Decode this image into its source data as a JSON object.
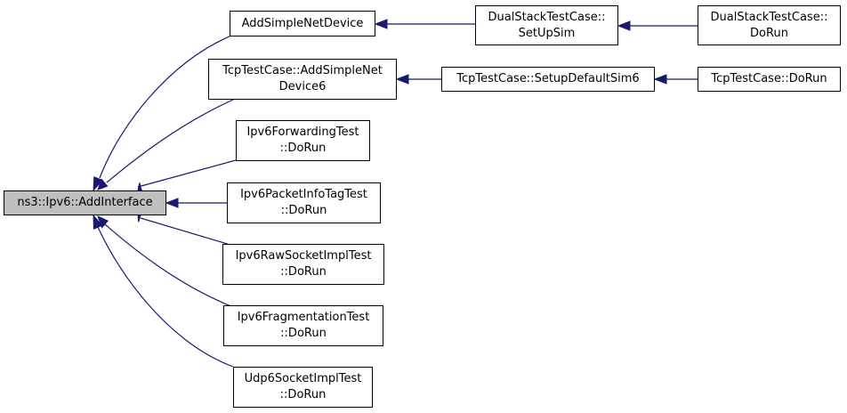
{
  "colors": {
    "edge": "#191970",
    "root_fill": "#bfbfbf",
    "node_fill": "#ffffff",
    "border": "#000000"
  },
  "nodes": {
    "add_interface": {
      "lines": [
        "ns3::Ipv6::AddInterface"
      ]
    },
    "add_simple_net_device": {
      "lines": [
        "AddSimpleNetDevice"
      ]
    },
    "dual_stack_setupsim": {
      "lines": [
        "DualStackTestCase::",
        "SetUpSim"
      ]
    },
    "dual_stack_dorun": {
      "lines": [
        "DualStackTestCase::",
        "DoRun"
      ]
    },
    "tcp_add_simple_net_device6": {
      "lines": [
        "TcpTestCase::AddSimpleNet",
        "Device6"
      ]
    },
    "tcp_setup_default_sim6": {
      "lines": [
        "TcpTestCase::SetupDefaultSim6"
      ]
    },
    "tcp_dorun": {
      "lines": [
        "TcpTestCase::DoRun"
      ]
    },
    "ipv6_forwarding_test": {
      "lines": [
        "Ipv6ForwardingTest",
        "::DoRun"
      ]
    },
    "ipv6_packet_info_tag_test": {
      "lines": [
        "Ipv6PacketInfoTagTest",
        "::DoRun"
      ]
    },
    "ipv6_raw_socket_impl_test": {
      "lines": [
        "Ipv6RawSocketImplTest",
        "::DoRun"
      ]
    },
    "ipv6_fragmentation_test": {
      "lines": [
        "Ipv6FragmentationTest",
        "::DoRun"
      ]
    },
    "udp6_socket_impl_test": {
      "lines": [
        "Udp6SocketImplTest",
        "::DoRun"
      ]
    }
  },
  "edges": [
    {
      "from": "add_simple_net_device",
      "to": "add_interface"
    },
    {
      "from": "tcp_add_simple_net_device6",
      "to": "add_interface"
    },
    {
      "from": "ipv6_forwarding_test",
      "to": "add_interface"
    },
    {
      "from": "ipv6_packet_info_tag_test",
      "to": "add_interface"
    },
    {
      "from": "ipv6_raw_socket_impl_test",
      "to": "add_interface"
    },
    {
      "from": "ipv6_fragmentation_test",
      "to": "add_interface"
    },
    {
      "from": "udp6_socket_impl_test",
      "to": "add_interface"
    },
    {
      "from": "dual_stack_setupsim",
      "to": "add_simple_net_device"
    },
    {
      "from": "dual_stack_dorun",
      "to": "dual_stack_setupsim"
    },
    {
      "from": "tcp_setup_default_sim6",
      "to": "tcp_add_simple_net_device6"
    },
    {
      "from": "tcp_dorun",
      "to": "tcp_setup_default_sim6"
    }
  ]
}
